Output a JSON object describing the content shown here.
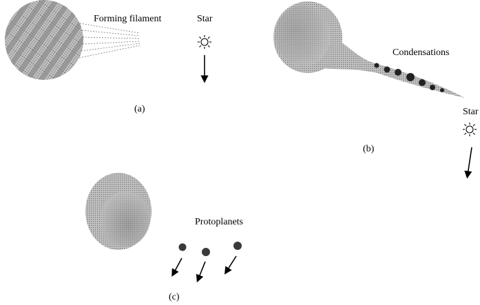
{
  "labels": {
    "forming_filament": "Forming filament",
    "star_a": "Star",
    "panel_a": "(a)",
    "condensations": "Condensations",
    "star_b": "Star",
    "panel_b": "(b)",
    "protoplanets": "Protoplanets",
    "panel_c": "(c)"
  },
  "icons": {
    "star": "sun-icon",
    "arrow": "arrow-icon"
  },
  "colors": {
    "cloud_light": "#b8b8b8",
    "cloud_dark": "#6f6f6f",
    "stripe": "#8a8a8a",
    "condensation": "#222222",
    "protoplanet": "#3a3a3a",
    "ink": "#000000"
  }
}
